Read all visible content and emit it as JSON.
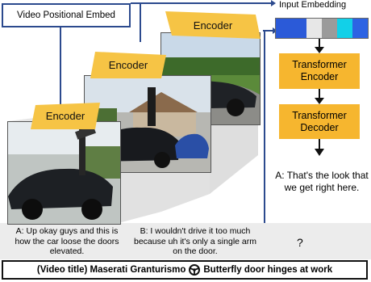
{
  "video_positional_embed": {
    "label": "Video Positional Embed"
  },
  "input_embedding": {
    "label": "Input Embedding",
    "segments": [
      "#2b5ad8",
      "#2b5ad8",
      "#e7e7e7",
      "#9b9b9b",
      "#12d0e8",
      "#2d63e3"
    ]
  },
  "encoders": [
    {
      "label": "Encoder"
    },
    {
      "label": "Encoder"
    },
    {
      "label": "Encoder"
    }
  ],
  "transformer_encoder": {
    "label_line1": "Transformer",
    "label_line2": "Encoder"
  },
  "transformer_decoder": {
    "label_line1": "Transformer",
    "label_line2": "Decoder"
  },
  "answer": {
    "text": "A: That's the look that we get right here."
  },
  "captions": [
    {
      "text": "A: Up okay guys and this is how the car loose the doors elevated."
    },
    {
      "text": "B: I wouldn't drive it too much because uh it's only a single arm on the door."
    },
    {
      "text": "?"
    }
  ],
  "video_title": {
    "prefix": "(Video title) Maserati Granturismo",
    "suffix": "Butterfly door hinges at work"
  },
  "colors": {
    "encoder_fill": "#f6c445",
    "transformer_fill": "#f6b62f",
    "wire": "#2c4a8e",
    "panel": "#e8e8e8"
  }
}
